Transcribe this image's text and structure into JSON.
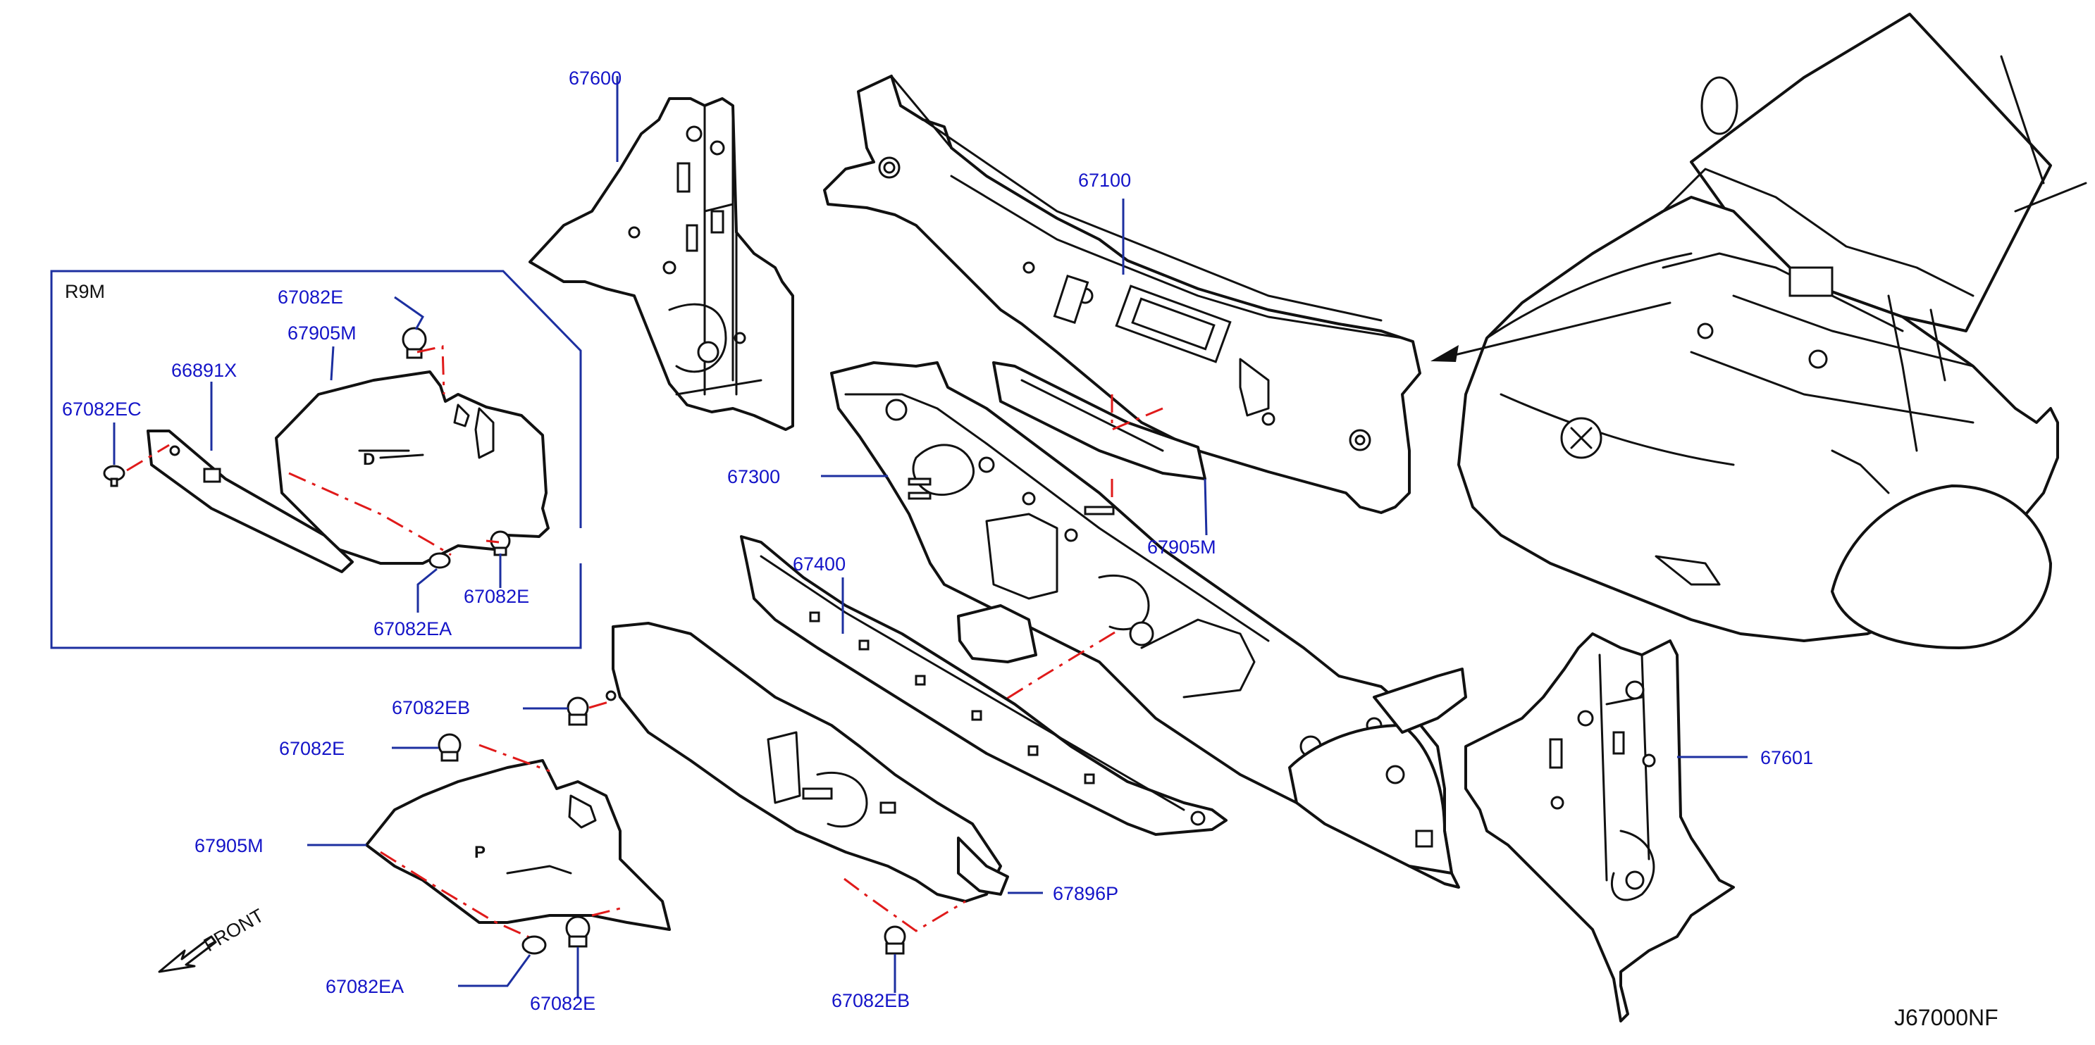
{
  "diagram": {
    "inset_label": "R9M",
    "diagram_code": "J67000NF",
    "front_label": "FRONT",
    "part_stamps": [
      "D",
      "P"
    ],
    "colors": {
      "part_numbers": "#1414c8",
      "leader_lines": "#1c2fa0",
      "assembly_guides": "#e01a1a",
      "outlines": "#111111"
    },
    "callouts": {
      "c67600": "67600",
      "c67100": "67100",
      "c67300": "67300",
      "c67400": "67400",
      "c67905m_upper": "67905M",
      "c67601": "67601",
      "c67082eb_a": "67082EB",
      "c67082e_a": "67082E",
      "c67905m_lower": "67905M",
      "c67082ea": "67082EA",
      "c67082e_b": "67082E",
      "c67082eb_b": "67082EB",
      "c67896p": "67896P",
      "inset_67082e_top": "67082E",
      "inset_67905m": "67905M",
      "inset_66891x": "66891X",
      "inset_67082ec": "67082EC",
      "inset_67082e_bottom": "67082E",
      "inset_67082ea": "67082EA"
    }
  }
}
